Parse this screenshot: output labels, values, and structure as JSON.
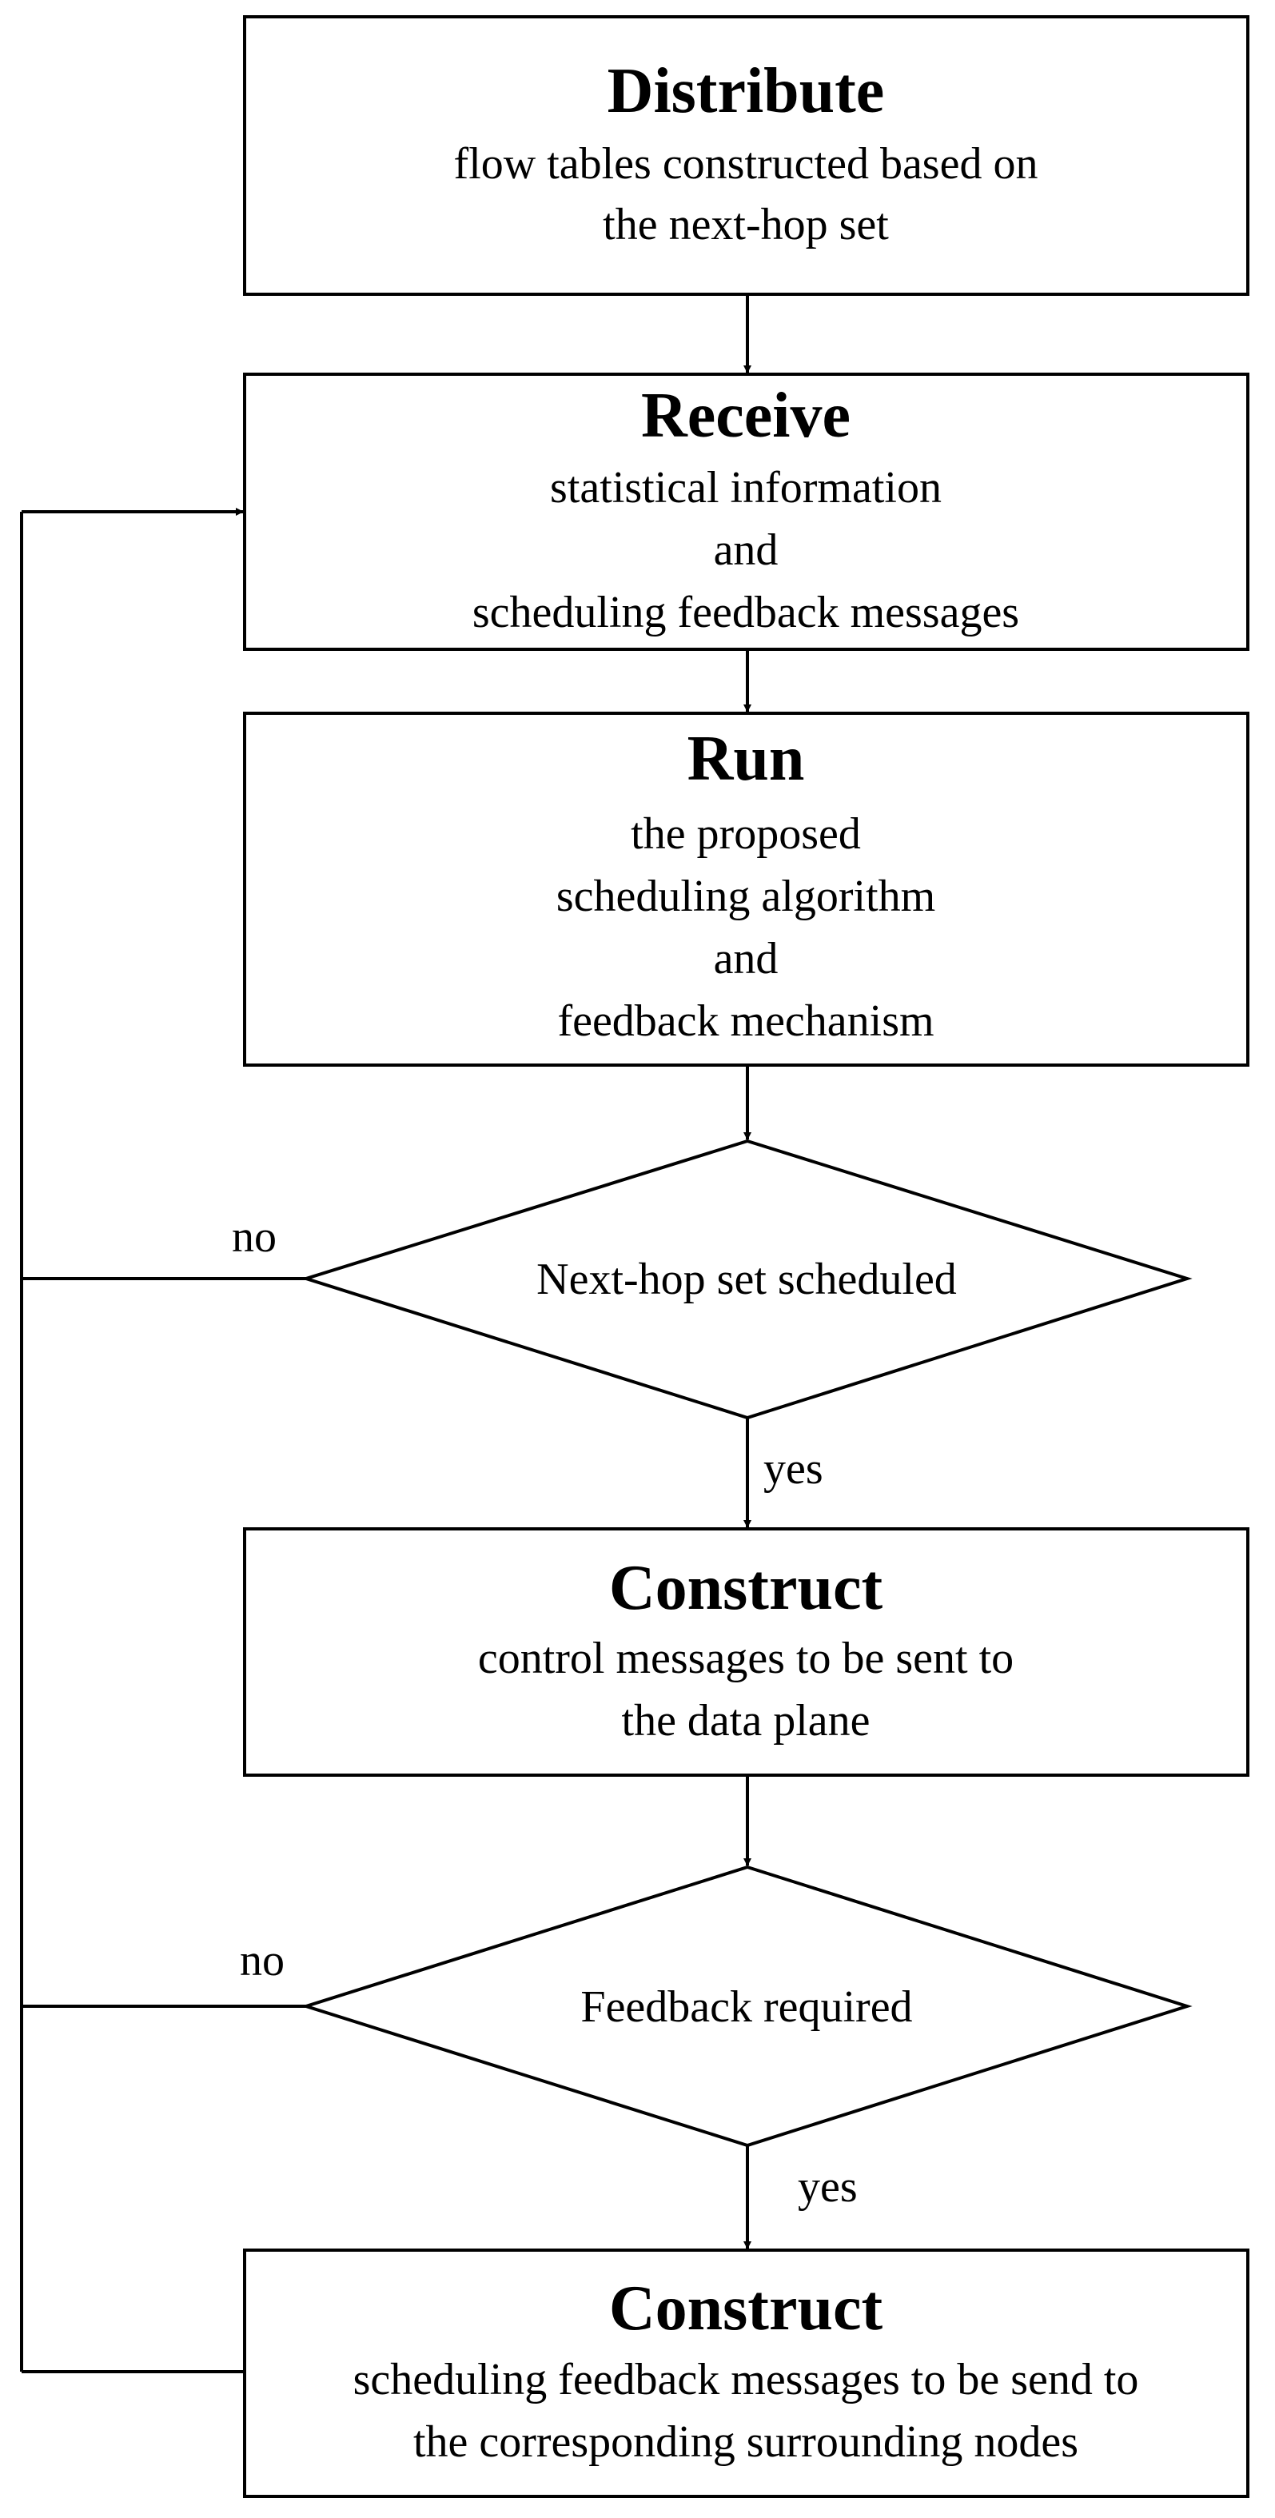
{
  "nodes": {
    "distribute": {
      "title": "Distribute",
      "lines": [
        "flow tables constructed based on",
        "the next-hop set"
      ]
    },
    "receive": {
      "title": "Receive",
      "lines": [
        "statistical information",
        "and",
        "scheduling feedback messages"
      ]
    },
    "run": {
      "title": "Run",
      "lines": [
        "the proposed",
        "scheduling algorithm",
        "and",
        "feedback mechanism"
      ]
    },
    "decision_nexthop": {
      "text": "Next-hop set scheduled"
    },
    "construct_control": {
      "title": "Construct",
      "lines": [
        "control messages to be sent to",
        "the data plane"
      ]
    },
    "decision_feedback": {
      "text": "Feedback required"
    },
    "construct_feedback": {
      "title": "Construct",
      "lines": [
        "scheduling feedback messages to be send to",
        "the corresponding surrounding nodes"
      ]
    }
  },
  "edge_labels": {
    "nexthop_no": "no",
    "nexthop_yes": "yes",
    "feedback_no": "no",
    "feedback_yes": "yes"
  },
  "colors": {
    "stroke": "#000000",
    "background": "#ffffff"
  }
}
